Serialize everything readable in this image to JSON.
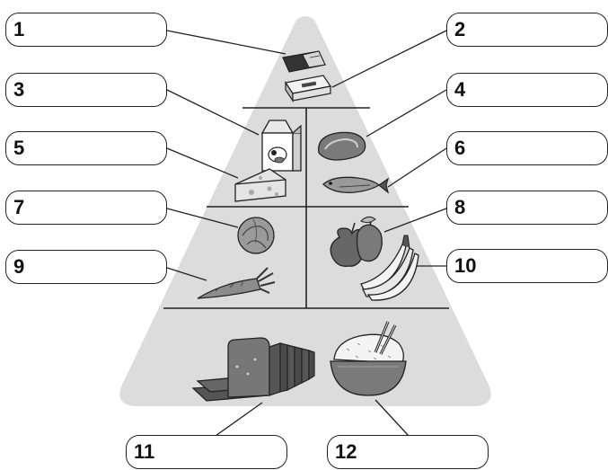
{
  "labels": {
    "l1": "1",
    "l2": "2",
    "l3": "3",
    "l4": "4",
    "l5": "5",
    "l6": "6",
    "l7": "7",
    "l8": "8",
    "l9": "9",
    "l10": "10",
    "l11": "11",
    "l12": "12"
  },
  "colors": {
    "pyramid": "#dcdcdc",
    "outline": "#222222",
    "food_dark": "#555555",
    "food_mid": "#8c8c8c",
    "food_light": "#c8c8c8"
  }
}
